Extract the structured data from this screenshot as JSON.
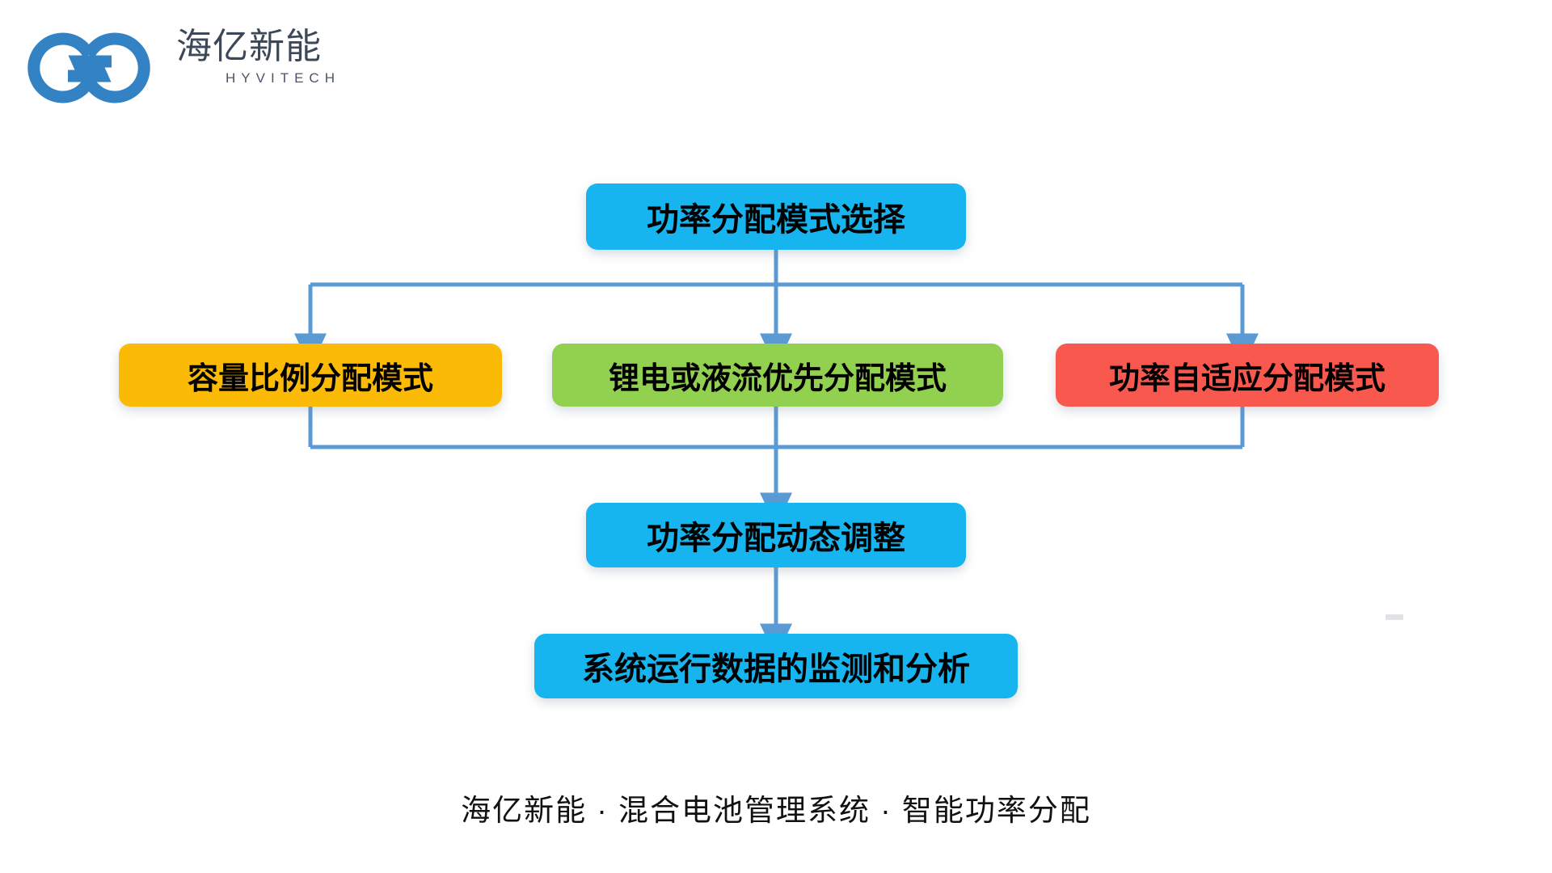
{
  "brand": {
    "logo_icon": "infinity-link-logo",
    "name_cn": "海亿新能",
    "name_en": "HYVITECH",
    "logo_color": "#3383C4",
    "text_color": "#3C4858"
  },
  "flowchart": {
    "connector_color": "#5B9BD5",
    "nodes": [
      {
        "id": "root",
        "label": "功率分配模式选择",
        "color": "#17B5F0",
        "text_color": "#000000",
        "level": "root"
      },
      {
        "id": "mode1",
        "label": "容量比例分配模式",
        "color": "#FBBA05",
        "text_color": "#000000",
        "level": "branch"
      },
      {
        "id": "mode2",
        "label": "锂电或液流优先分配模式",
        "color": "#92D050",
        "text_color": "#000000",
        "level": "branch"
      },
      {
        "id": "mode3",
        "label": "功率自适应分配模式",
        "color": "#F9584F",
        "text_color": "#000000",
        "level": "branch"
      },
      {
        "id": "dynamic",
        "label": "功率分配动态调整",
        "color": "#17B5F0",
        "text_color": "#000000",
        "level": "merge"
      },
      {
        "id": "monitor",
        "label": "系统运行数据的监测和分析",
        "color": "#17B5F0",
        "text_color": "#000000",
        "level": "leaf"
      }
    ],
    "edges": [
      {
        "from": "root",
        "to": "mode1",
        "style": "orthogonal-split",
        "arrow": true
      },
      {
        "from": "root",
        "to": "mode2",
        "style": "straight",
        "arrow": true
      },
      {
        "from": "root",
        "to": "mode3",
        "style": "orthogonal-split",
        "arrow": true
      },
      {
        "from": "mode1",
        "to": "dynamic",
        "style": "orthogonal-merge",
        "arrow": false
      },
      {
        "from": "mode2",
        "to": "dynamic",
        "style": "straight",
        "arrow": true
      },
      {
        "from": "mode3",
        "to": "dynamic",
        "style": "orthogonal-merge",
        "arrow": false
      },
      {
        "from": "dynamic",
        "to": "monitor",
        "style": "straight",
        "arrow": true
      }
    ]
  },
  "caption": {
    "text": "海亿新能 · 混合电池管理系统 · 智能功率分配"
  }
}
